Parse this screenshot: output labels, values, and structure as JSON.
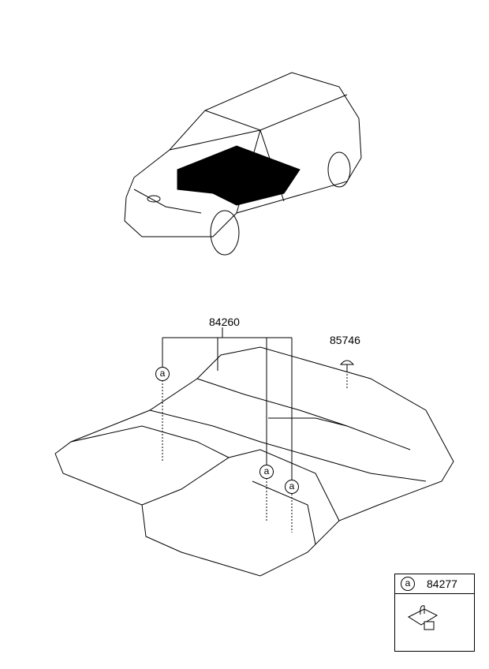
{
  "parts": {
    "floor_covering": "84260",
    "clip": "85746",
    "callout_letter": "a"
  },
  "legend": {
    "letter": "a",
    "part_number": "84277"
  }
}
